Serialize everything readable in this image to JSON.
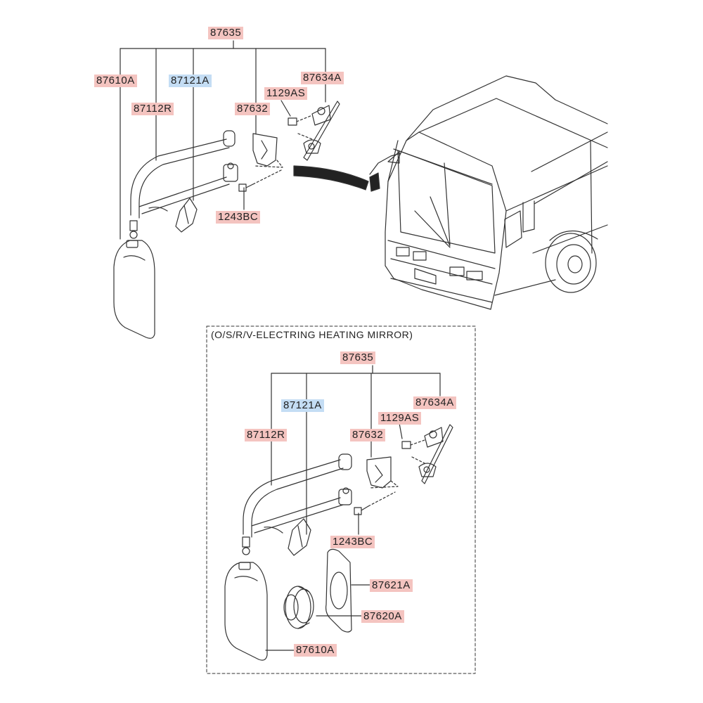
{
  "top": {
    "labels": {
      "assy": "87635",
      "glass_mirror": "87610A",
      "cover": "87121A",
      "stay": "87112R",
      "bracket": "87634A",
      "screw_a": "1129AS",
      "cap": "87632",
      "bolt": "1243BC"
    }
  },
  "inset": {
    "title": "(O/S/R/V-ELECTRING HEATING MIRROR)",
    "labels": {
      "assy": "87635",
      "cover": "87121A",
      "bracket": "87634A",
      "screw_a": "1129AS",
      "stay": "87112R",
      "cap": "87632",
      "bolt": "1243BC",
      "heater_pad": "87621A",
      "actuator": "87620A",
      "glass_mirror": "87610A"
    }
  },
  "colors": {
    "label_pink": "#f4c4c0",
    "label_blue": "#c4ddf4",
    "line": "#333333"
  }
}
